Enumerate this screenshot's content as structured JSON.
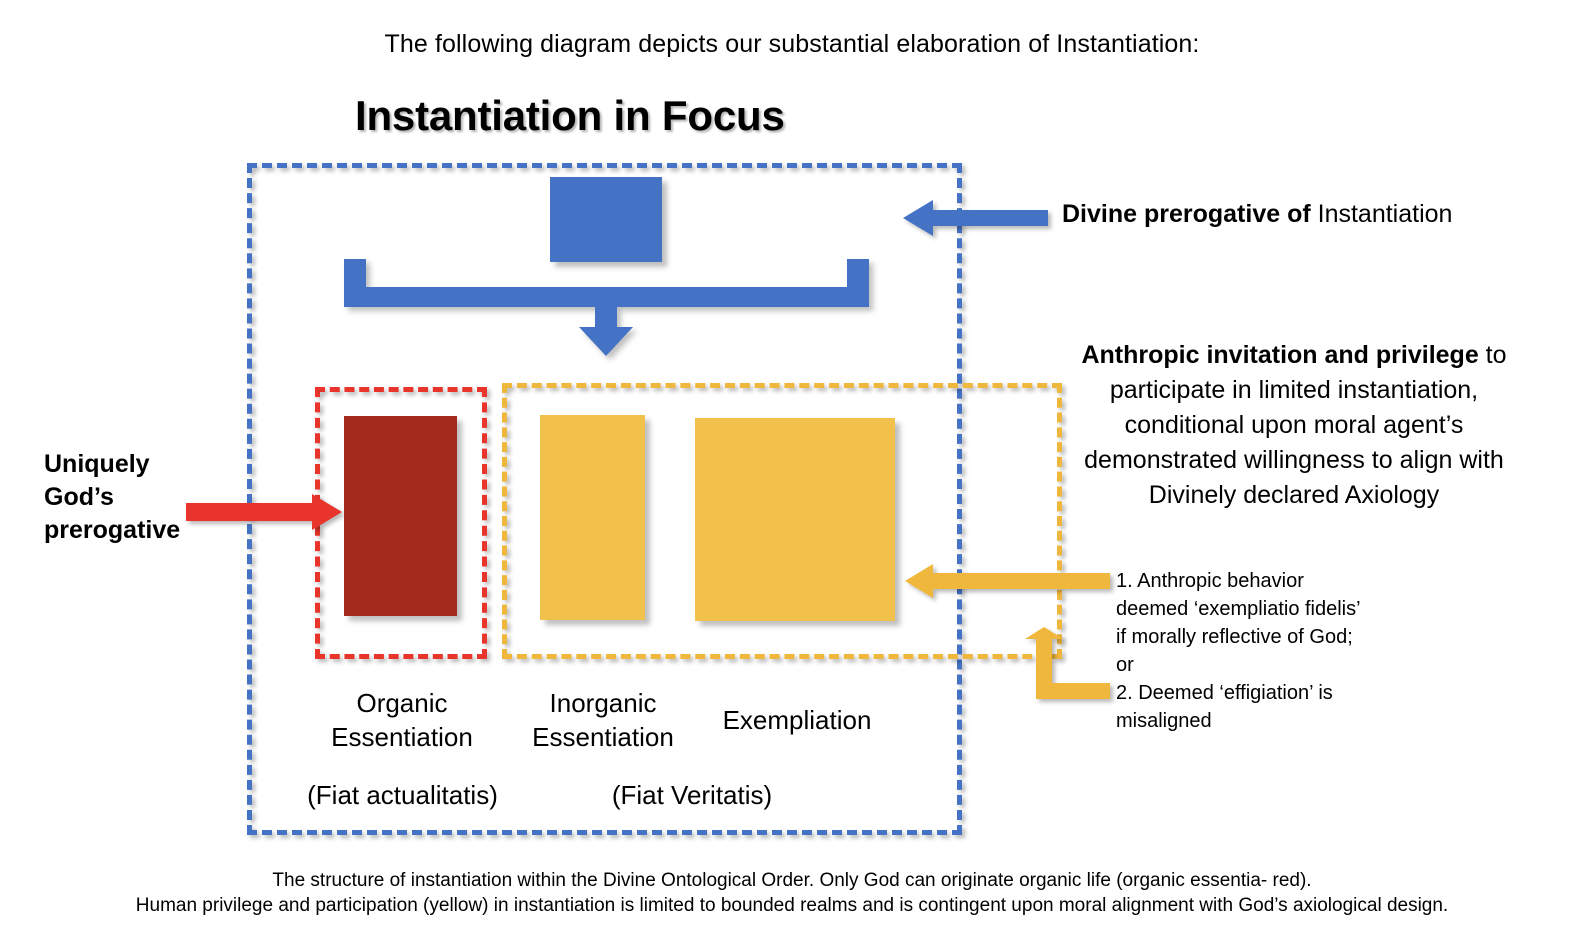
{
  "intro": "The following diagram depicts our substantial elaboration of Instantiation:",
  "title": "Instantiation in Focus",
  "colors": {
    "blue": "#4472C4",
    "red_dash": "#E8342A",
    "dark_red": "#A52A1E",
    "yellow": "#F2C14B",
    "yellow_dash": "#EFB73C",
    "background": "#FFFFFF",
    "text": "#000000"
  },
  "annotations": {
    "divine_bold": "Divine prerogative of",
    "divine_rest": " Instantiation",
    "anthropic_bold": "Anthropic invitation and privilege",
    "anthropic_rest": " to participate in limited instantiation, conditional upon moral agent’s demonstrated willingness to align with",
    "anthropic_last_line": "Divinely declared Axiology",
    "left_label": "Uniquely God’s prerogative",
    "conditions": [
      "1. Anthropic behavior",
      "deemed ‘exempliatio fidelis’",
      "if morally reflective of God;",
      "or",
      "2. Deemed ‘effigiation’ is",
      "misaligned"
    ]
  },
  "blocks": [
    {
      "id": "divine",
      "color": "#4472C4",
      "label": ""
    },
    {
      "id": "organic",
      "color": "#A52A1E",
      "label": "Organic Essentiation"
    },
    {
      "id": "inorganic",
      "color": "#F2C14B",
      "label": "Inorganic Essentiation"
    },
    {
      "id": "exemplation",
      "color": "#F2C14B",
      "label": "Exempliation"
    }
  ],
  "captions": {
    "organic_line1": "Organic",
    "organic_line2": "Essentiation",
    "inorganic_line1": "Inorganic",
    "inorganic_line2": "Essentiation",
    "exemplation": "Exempliation",
    "fiat_actualitatis": "(Fiat actualitatis)",
    "fiat_veritatis": "(Fiat Veritatis)"
  },
  "bottom_caption": {
    "line1": "The structure of instantiation within the Divine Ontological Order. Only God can originate organic life (organic essentia- red).",
    "line2": "Human privilege and participation (yellow) in instantiation is limited to bounded realms and is contingent upon moral alignment with God’s axiological design."
  },
  "icons": {
    "arrow_left_blue": "arrow-left-icon",
    "arrow_right_red": "arrow-right-icon",
    "arrow_left_yellow": "arrow-left-icon",
    "arrow_elbow_yellow": "arrow-elbow-up-icon",
    "arrow_down_blue": "arrow-down-icon"
  }
}
